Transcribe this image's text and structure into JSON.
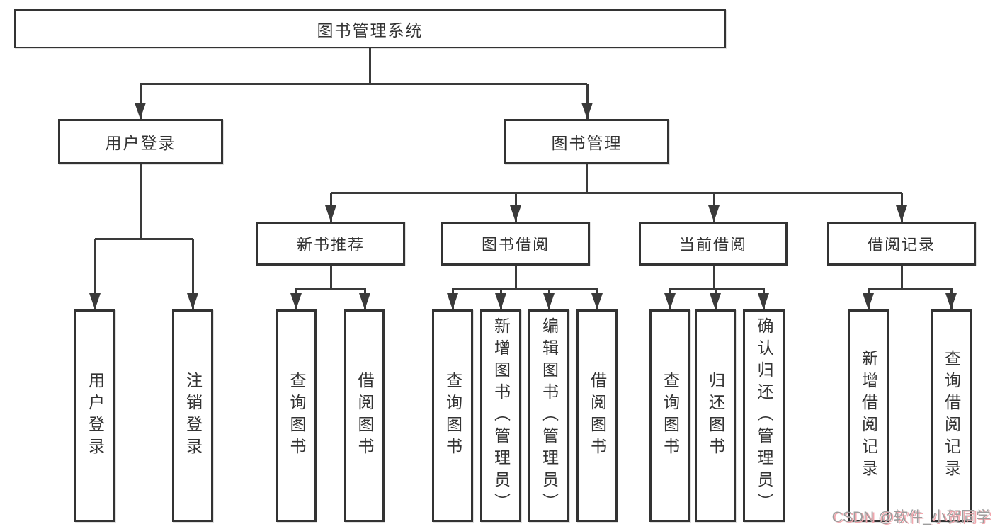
{
  "tree": {
    "root": "图书管理系统",
    "user_login": {
      "label": "用户登录",
      "children": [
        "用户登录",
        "注销登录"
      ]
    },
    "book_management": {
      "label": "图书管理",
      "sections": [
        {
          "label": "新书推荐",
          "children": [
            "查询图书",
            "借阅图书"
          ]
        },
        {
          "label": "图书借阅",
          "children": [
            "查询图书",
            "新增图书（管理员）",
            "编辑图书（管理员）",
            "借阅图书"
          ]
        },
        {
          "label": "当前借阅",
          "children": [
            "查询图书",
            "归还图书",
            "确认归还（管理员）"
          ]
        },
        {
          "label": "借阅记录",
          "children": [
            "新增借阅记录",
            "查询借阅记录"
          ]
        }
      ]
    }
  },
  "watermark": {
    "text": "CSDN @软件_小贺同学"
  },
  "colors": {
    "line": "#3a3a3a",
    "box_border": "#333333",
    "text": "#333333",
    "background": "#ffffff",
    "watermark_gray": "#9d9d9d",
    "watermark_pink": "#f2a7ae"
  }
}
